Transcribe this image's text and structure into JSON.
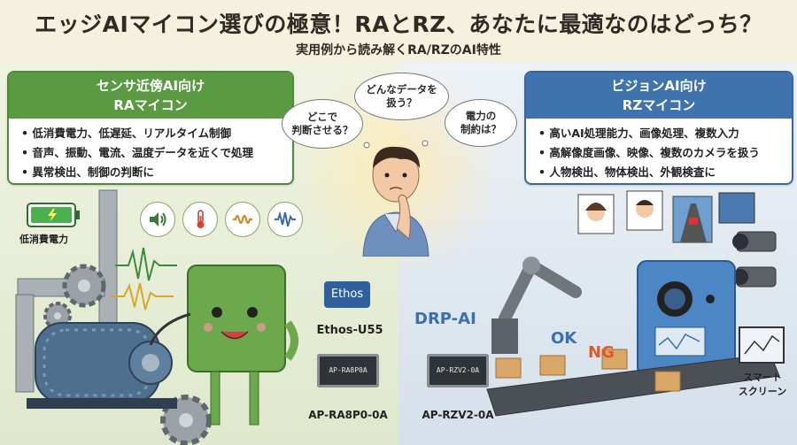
{
  "header": {
    "title": "エッジAIマイコン選びの極意！RAとRZ、あなたに最適なのはどっち？",
    "subtitle": "実用例から読み解くRA/RZのAI特性"
  },
  "left_panel": {
    "heading_line1": "センサ近傍AI向け",
    "heading_line2": "RAマイコン",
    "items": [
      "低消費電力、低遅延、リアルタイム制御",
      "音声、振動、電流、温度データを近くで処理",
      "異常検出、制御の判断に"
    ]
  },
  "right_panel": {
    "heading_line1": "ビジョンAI向け",
    "heading_line2": "RZマイコン",
    "items": [
      "高いAI処理能力、画像処理、複数入力",
      "高解像度画像、映像、複数のカメラを扱う",
      "人物検出、物体検出、外観検査に"
    ]
  },
  "bubbles": {
    "where_line1": "どこで",
    "where_line2": "判断させる？",
    "data_line1": "どんなデータを",
    "data_line2": "扱う？",
    "power_line1": "電力の",
    "power_line2": "制約は？"
  },
  "left_scene": {
    "battery_label": "低消費電力",
    "ethos_logo": "Ethos",
    "ethos_label": "Ethos-U55",
    "chip_marking": "AP-RA8P0A",
    "chip_label": "AP-RA8P0-0A"
  },
  "right_scene": {
    "drp_logo": "DRP-AI",
    "chip_marking": "AP-RZV2-0A",
    "chip_label": "AP-RZV2-0A",
    "ok_label": "OK",
    "ng_label": "NG",
    "screen_label_line1": "スマート",
    "screen_label_line2": "スクリーン"
  },
  "colors": {
    "ra_green": "#5a9a43",
    "rz_blue": "#3f73ad",
    "battery_green": "#4caf50"
  },
  "icons": [
    "speaker-icon",
    "thermometer-icon",
    "coil-icon",
    "waveform-icon",
    "battery-icon",
    "camera-icon",
    "gear-icon"
  ]
}
